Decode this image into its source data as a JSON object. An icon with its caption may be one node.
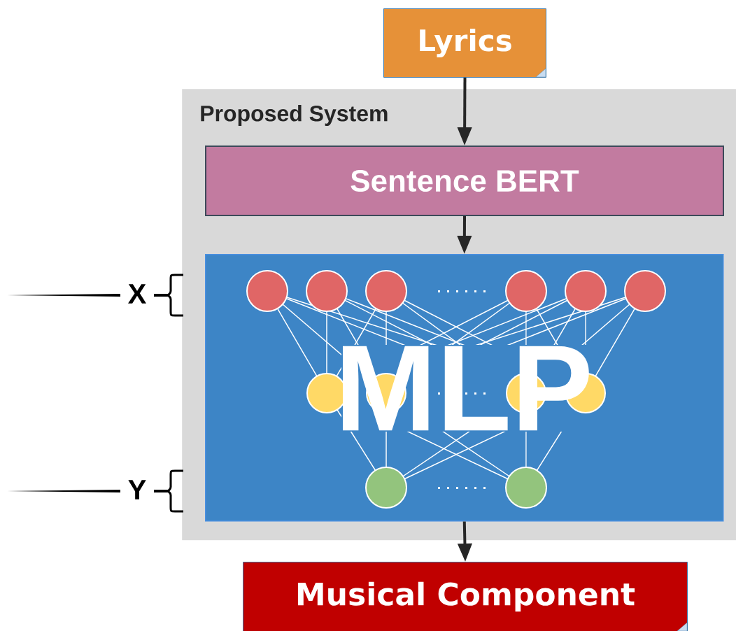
{
  "diagram": {
    "nodes": [
      {
        "text": [
          "Lyrics"
        ]
      },
      {
        "text": [
          "Proposed System"
        ]
      },
      {
        "text": [
          "Sentence BERT"
        ],
        "in": 1
      },
      {
        "text": [
          "MLP"
        ],
        "in": 1
      },
      {
        "text": [
          "Musical Component"
        ]
      }
    ],
    "edges": [
      {
        "from": 0,
        "to": 2,
        "arrow": "to"
      },
      {
        "from": 2,
        "to": 3,
        "arrow": "to"
      },
      {
        "from": 3,
        "to": 4,
        "arrow": "to"
      }
    ],
    "labels": [
      "X",
      "Y"
    ]
  }
}
